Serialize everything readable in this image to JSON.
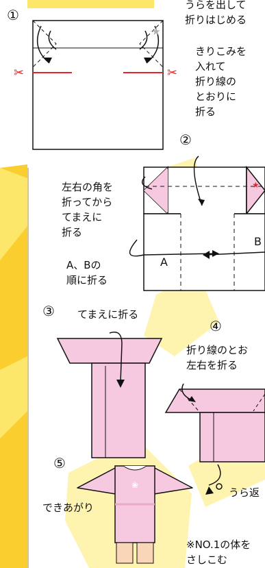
{
  "steps": {
    "s1": {
      "number": "①",
      "note_top": "うらを出して\n折りはじめる",
      "note_cut": "きりこみを\n入れて\n折り線の\nとおりに\n折る"
    },
    "s2": {
      "number": "②",
      "note_corners": "左右の角を\n折ってから\nてまえに\n折る",
      "note_order": "A、Bの\n順に折る",
      "label_a": "A",
      "label_b": "B"
    },
    "s3": {
      "number": "③",
      "note": "てまえに折る"
    },
    "s4": {
      "number": "④",
      "note": "折り線のとお\n左右を折る"
    },
    "s5": {
      "number": "⑤",
      "note_done": "できあがり",
      "note_back": "うら返",
      "note_insert": "※NO.1の体を\nさしこむ"
    }
  },
  "colors": {
    "pink": "#f7c9e0",
    "bg_yellow": "#fde76a",
    "accent_yellow": "#fbce2f",
    "cut_red": "#e8232b",
    "light_yellow": "#fff3b0"
  }
}
